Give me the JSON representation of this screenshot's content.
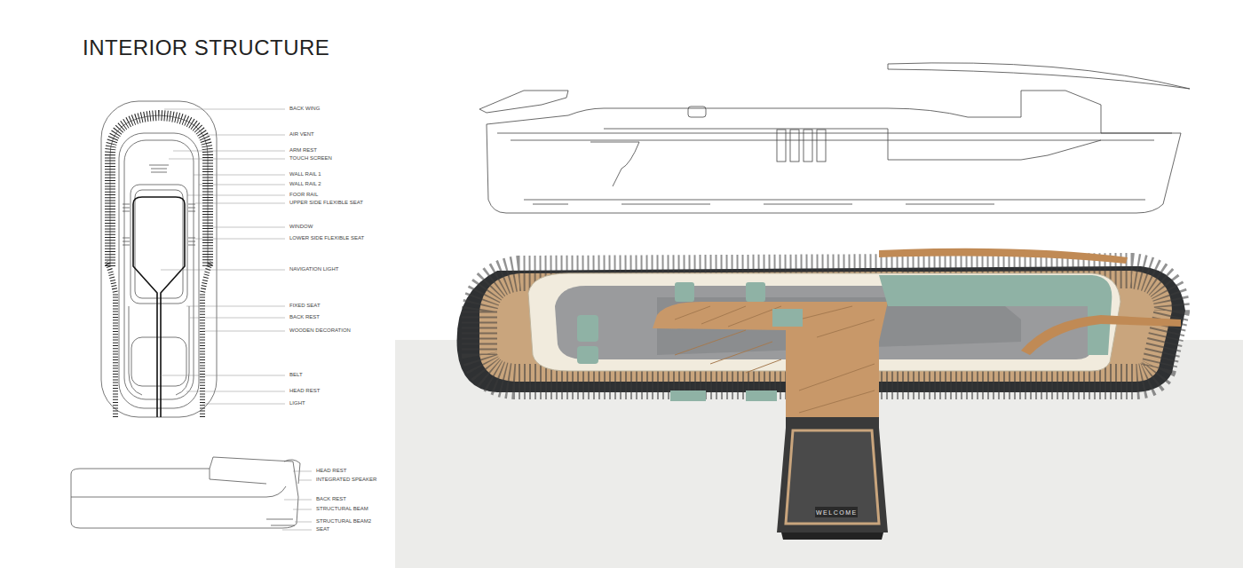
{
  "diagram": {
    "title": "INTERIOR STRUCTURE",
    "labels": [
      "BACK WING",
      "AIR VENT",
      "ARM REST",
      "TOUCH SCREEN",
      "WALL RAIL 1",
      "WALL RAIL 2",
      "FOOR RAIL",
      "UPPER SIDE FLEXIBLE SEAT",
      "WINDOW",
      "LOWER SIDE FLEXIBLE SEAT",
      "NAVIGATION LIGHT",
      "FIXED SEAT",
      "BACK REST",
      "WOODEN DECORATION",
      "BELT",
      "HEAD REST",
      "LIGHT",
      "HEAD REST",
      "INTEGRATED SPEAKER",
      "BACK REST",
      "STRUCTURAL BEAM",
      "STRUCTURAL BEAM2",
      "SEAT",
      "WELCOME"
    ]
  }
}
